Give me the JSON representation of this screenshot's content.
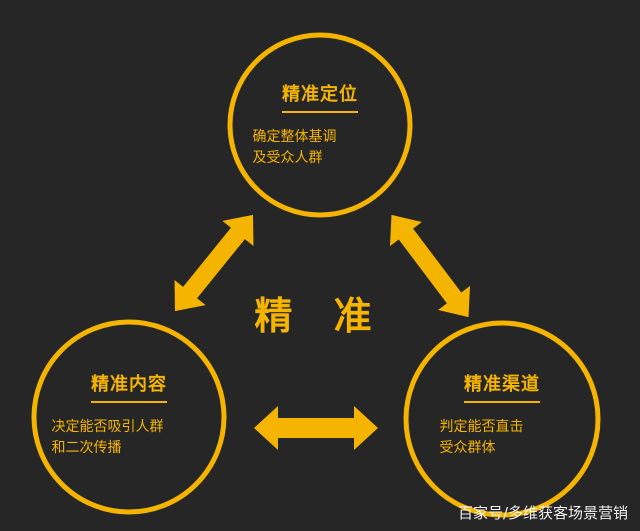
{
  "center": {
    "label": "精 准"
  },
  "nodes": {
    "top": {
      "title": "精准定位",
      "desc_lines": [
        "确定整体基调",
        "及受众人群"
      ]
    },
    "left": {
      "title": "精准内容",
      "desc_lines": [
        "决定能否吸引人群",
        "和二次传播"
      ]
    },
    "right": {
      "title": "精准渠道",
      "desc_lines": [
        "判定能否直击",
        "受众群体"
      ]
    }
  },
  "watermark": "百家号/多维获客场景营销",
  "colors": {
    "accent": "#f5b400",
    "background": "#262626"
  }
}
